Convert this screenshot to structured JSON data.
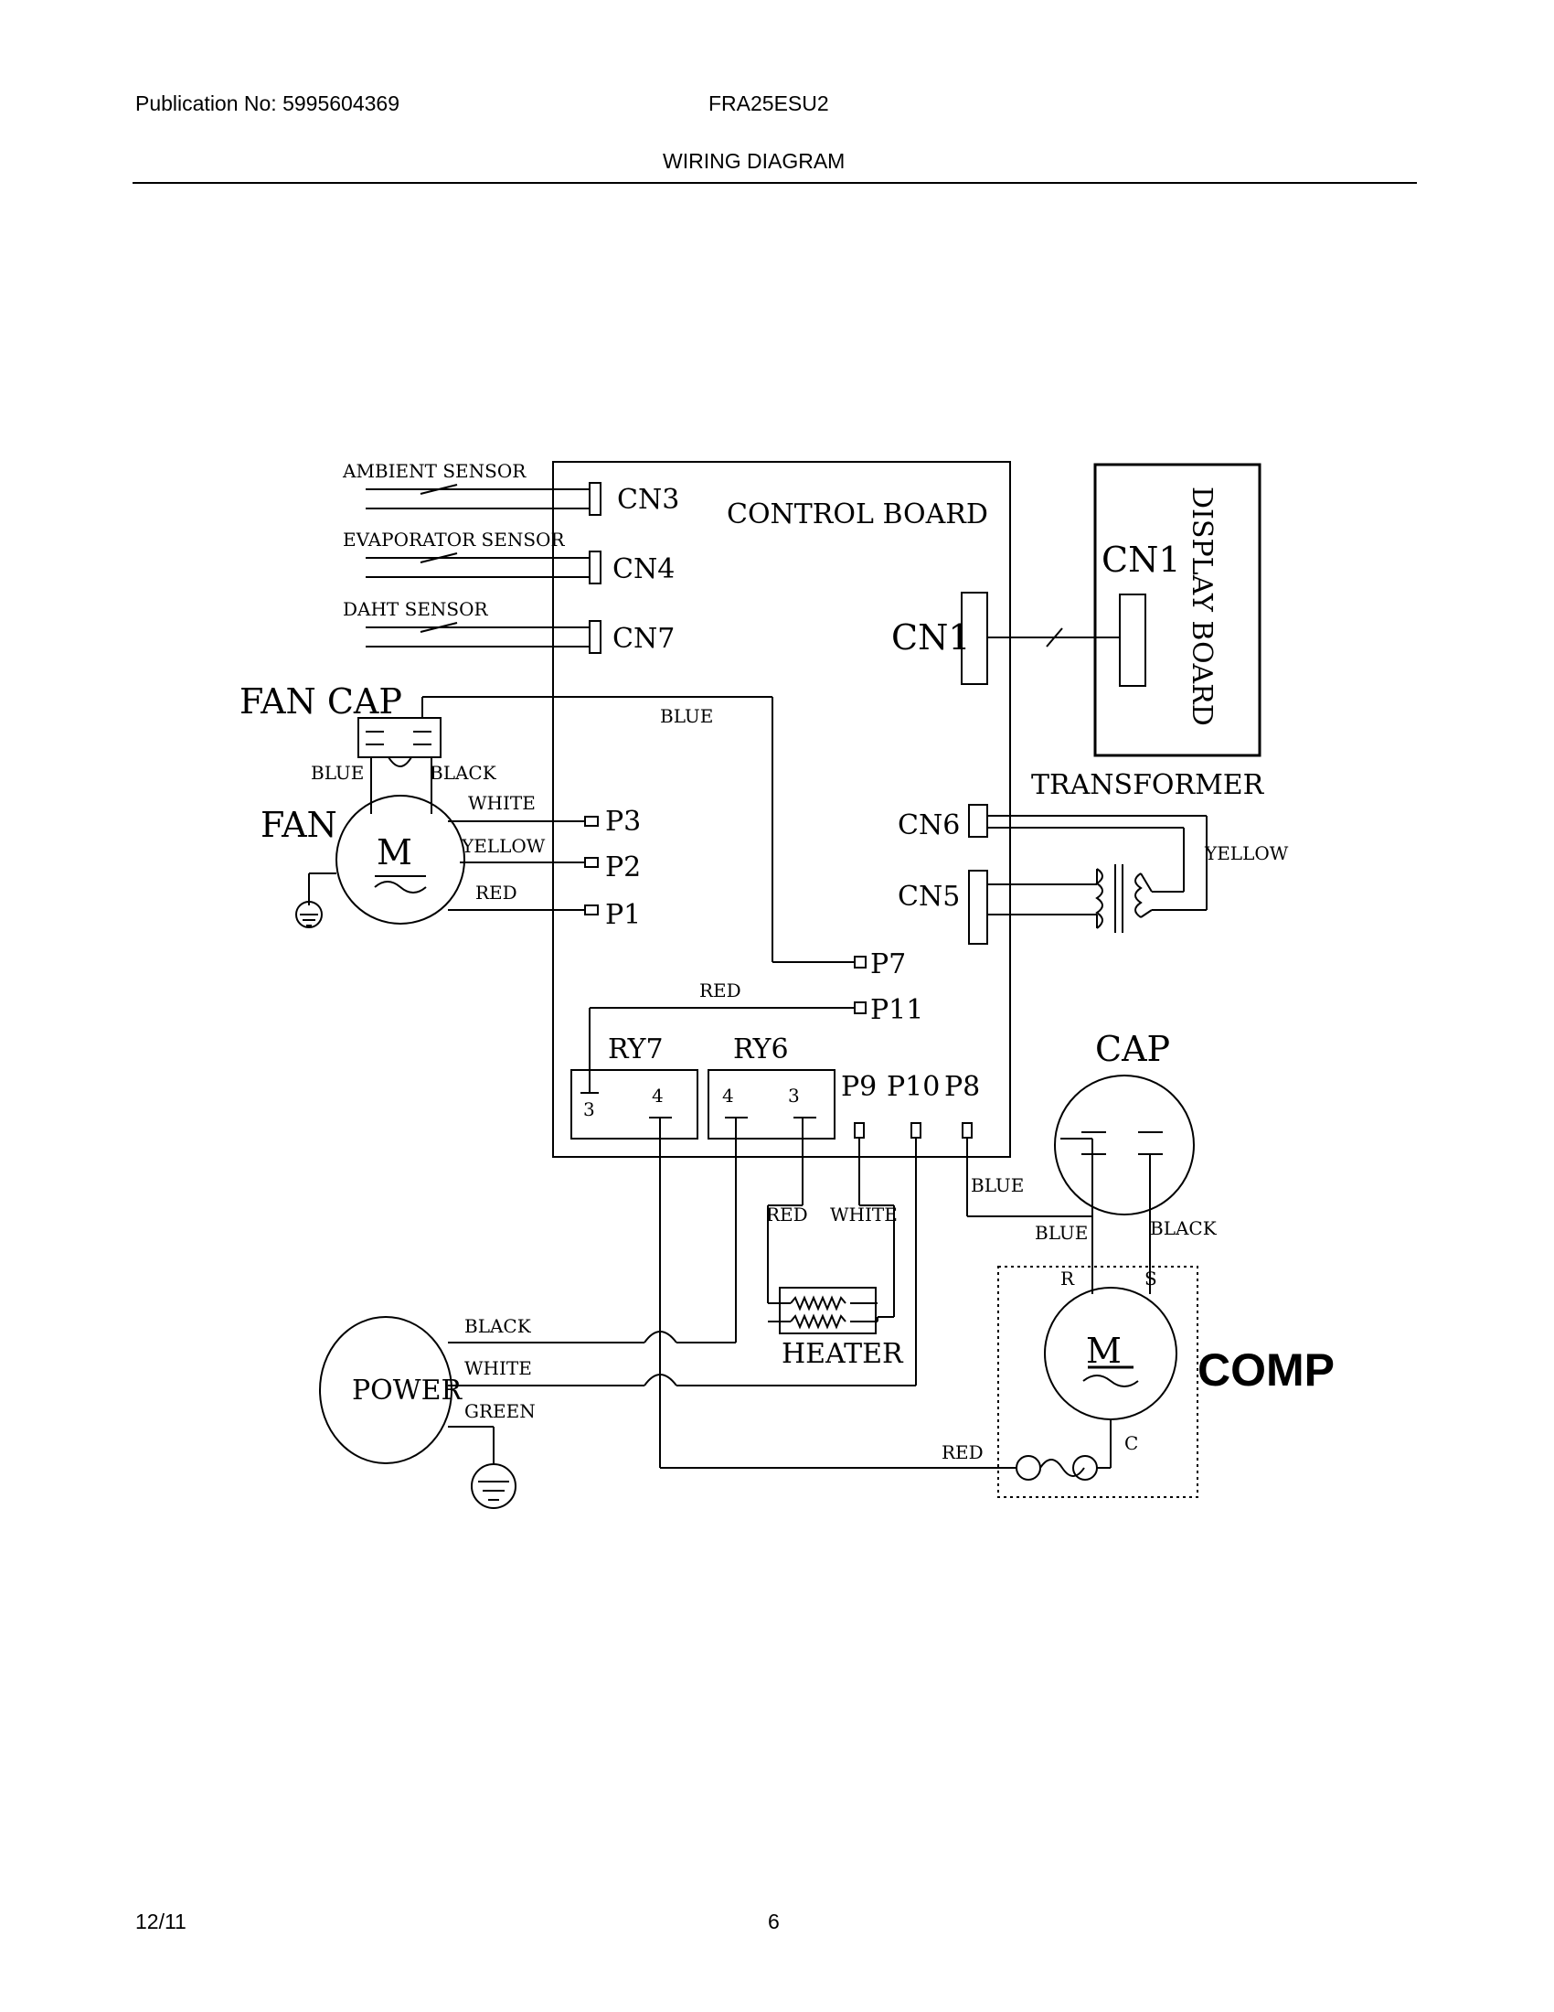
{
  "header": {
    "publication": "Publication No: 5995604369",
    "model": "FRA25ESU2",
    "title": "WIRING DIAGRAM"
  },
  "footer": {
    "date": "12/11",
    "page": "6"
  },
  "diagram": {
    "control_board": "CONTROL BOARD",
    "display_board": "DISPLAY BOARD",
    "sensors": {
      "ambient": "AMBIENT SENSOR",
      "evaporator": "EVAPORATOR SENSOR",
      "daht": "DAHT SENSOR"
    },
    "connectors": {
      "cn3": "CN3",
      "cn4": "CN4",
      "cn7": "CN7",
      "cn1": "CN1",
      "cn1_display": "CN1",
      "cn6": "CN6",
      "cn5": "CN5",
      "p3": "P3",
      "p2": "P2",
      "p1": "P1",
      "p7": "P7",
      "p11": "P11",
      "p9": "P9",
      "p10": "P10",
      "p8": "P8"
    },
    "relays": {
      "ry7": "RY7",
      "ry6": "RY6",
      "ry7_pin_a": "3",
      "ry7_pin_b": "4",
      "ry6_pin_a": "4",
      "ry6_pin_b": "3"
    },
    "components": {
      "fan_cap": "FAN CAP",
      "fan": "FAN",
      "motor": "M",
      "transformer": "TRANSFORMER",
      "cap": "CAP",
      "heater": "HEATER",
      "power": "POWER",
      "comp": "COMP",
      "comp_r": "R",
      "comp_s": "S",
      "comp_c": "C"
    },
    "wires": {
      "fan_blue": "BLUE",
      "fan_black": "BLACK",
      "fan_white": "WHITE",
      "fan_yellow": "YELLOW",
      "fan_red": "RED",
      "board_blue": "BLUE",
      "transformer_yellow": "YELLOW",
      "p11_red": "RED",
      "heater_red": "RED",
      "heater_white": "WHITE",
      "p8_blue": "BLUE",
      "cap_blue": "BLUE",
      "cap_black": "BLACK",
      "power_black": "BLACK",
      "power_white": "WHITE",
      "power_green": "GREEN",
      "comp_red": "RED"
    }
  }
}
